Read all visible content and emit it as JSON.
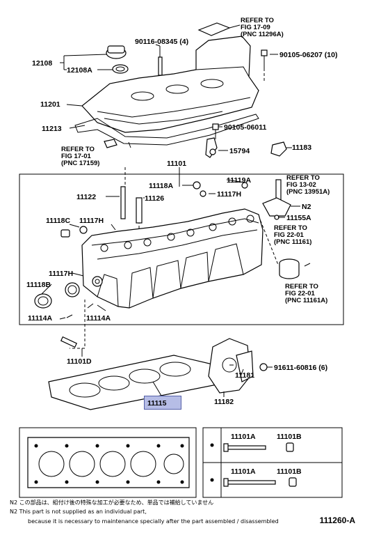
{
  "labels": {
    "l12108": "12108",
    "l12108A": "12108A",
    "l90116": "90116-08345 (4)",
    "l90105a": "90105-06207 (10)",
    "l11201": "11201",
    "l11213": "11213",
    "l90105b": "90105-06011",
    "l15794": "15794",
    "l11183": "11183",
    "l11101": "11101",
    "l11118A": "11118A",
    "l11119A": "11119A",
    "l11117Ha": "11117H",
    "l11122": "11122",
    "l11126": "11126",
    "lN2": "N2",
    "l11155A": "11155A",
    "l11118C": "11118C",
    "l11117Hb": "11117H",
    "l11117Hc": "11117H",
    "l11118B": "11118B",
    "l11114Aa": "11114A",
    "l11114Ab": "11114A",
    "l11101D": "11101D",
    "l91611": "91611-60816 (6)",
    "l11181": "11181",
    "l11182": "11182",
    "l11115": "11115",
    "t11101A1": "11101A",
    "t11101B1": "11101B",
    "t11101A2": "11101A",
    "t11101B2": "11101B"
  },
  "refs": {
    "r1": [
      "REFER TO",
      "FIG 17-09",
      "(PNC 11296A)"
    ],
    "r2": [
      "REFER TO",
      "FIG 17-01",
      "(PNC 17159)"
    ],
    "r3": [
      "REFER TO",
      "FIG 13-02",
      "(PNC 13951A)"
    ],
    "r4": [
      "REFER TO",
      "FIG 22-01",
      "(PNC 11161)"
    ],
    "r5": [
      "REFER TO",
      "FIG 22-01",
      "(PNC 11161A)"
    ]
  },
  "notes": {
    "n1": "N2 この部品は、組付け後の特殊な加工が必要なため、単品では補給していません",
    "n2": "N2 This part is not supplied as an individual part,",
    "n3": "because it is necessary to maintenance specially after the part assembled / disassembled"
  },
  "figure_number": "111260-A"
}
